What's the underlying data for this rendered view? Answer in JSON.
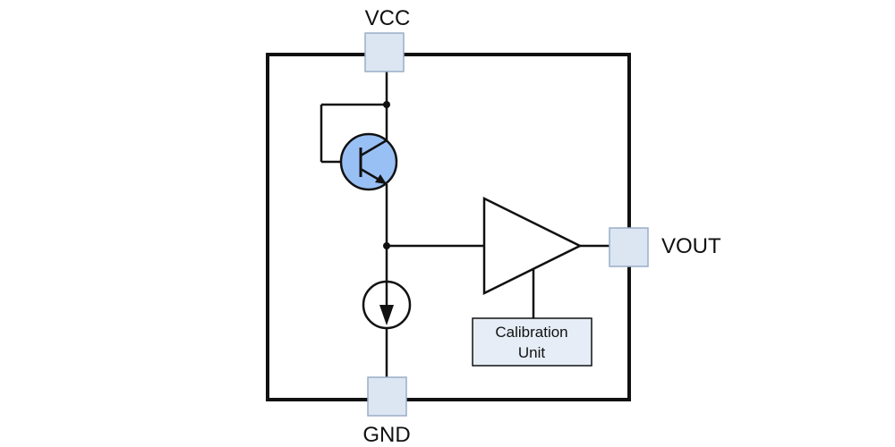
{
  "pins": {
    "vcc": "VCC",
    "gnd": "GND",
    "vout": "VOUT"
  },
  "calibration_unit": {
    "line1": "Calibration",
    "line2": "Unit"
  },
  "colors": {
    "stroke": "#111111",
    "pad_fill": "#dce6f2",
    "pad_stroke": "#9aaec7",
    "transistor_fill": "#99c0f5",
    "box_fill": "#e6edf6"
  }
}
